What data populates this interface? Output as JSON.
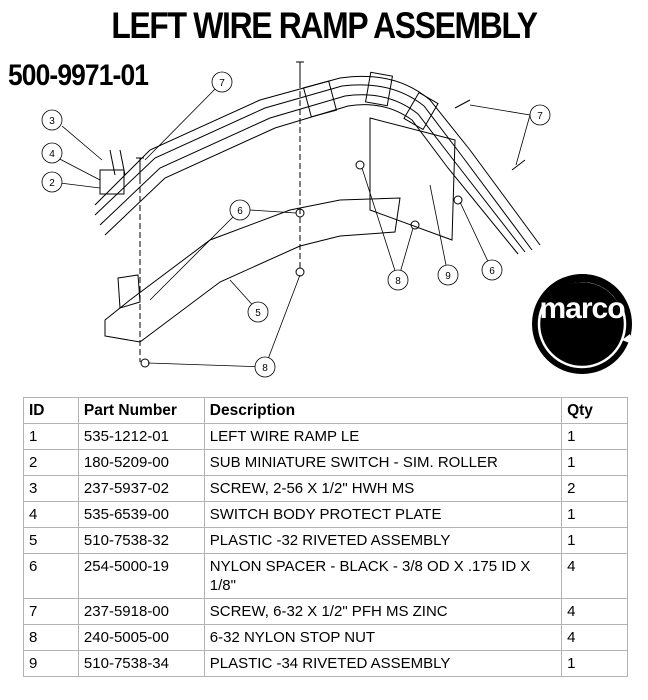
{
  "header": {
    "title": "LEFT WIRE RAMP ASSEMBLY",
    "part_number": "500-9971-01"
  },
  "diagram": {
    "callouts": [
      "7",
      "3",
      "4",
      "2",
      "6",
      "5",
      "8",
      "7",
      "8",
      "9",
      "6"
    ]
  },
  "logo": {
    "text": "marco"
  },
  "table": {
    "headers": [
      "ID",
      "Part Number",
      "Description",
      "Qty"
    ],
    "rows": [
      {
        "id": "1",
        "part": "535-1212-01",
        "desc": "LEFT WIRE RAMP LE",
        "qty": "1"
      },
      {
        "id": "2",
        "part": "180-5209-00",
        "desc": "SUB MINIATURE SWITCH - SIM. ROLLER",
        "qty": "1"
      },
      {
        "id": "3",
        "part": "237-5937-02",
        "desc": "SCREW, 2-56 X 1/2\" HWH MS",
        "qty": "2"
      },
      {
        "id": "4",
        "part": "535-6539-00",
        "desc": "SWITCH BODY PROTECT PLATE",
        "qty": "1"
      },
      {
        "id": "5",
        "part": "510-7538-32",
        "desc": "PLASTIC -32 RIVETED ASSEMBLY",
        "qty": "1"
      },
      {
        "id": "6",
        "part": "254-5000-19",
        "desc": "NYLON SPACER - BLACK - 3/8 OD X .175 ID X 1/8\"",
        "qty": "4"
      },
      {
        "id": "7",
        "part": "237-5918-00",
        "desc": "SCREW, 6-32 X 1/2\" PFH MS ZINC",
        "qty": "4"
      },
      {
        "id": "8",
        "part": "240-5005-00",
        "desc": "6-32 NYLON STOP NUT",
        "qty": "4"
      },
      {
        "id": "9",
        "part": "510-7538-34",
        "desc": "PLASTIC -34 RIVETED ASSEMBLY",
        "qty": "1"
      }
    ]
  }
}
